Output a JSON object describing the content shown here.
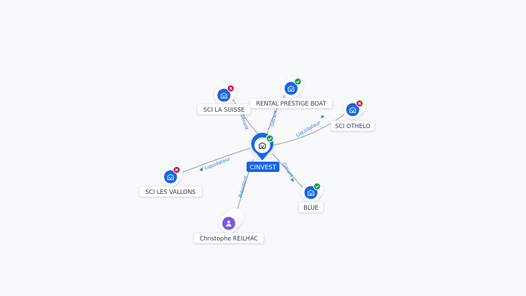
{
  "center": {
    "name": "CINVEST",
    "status": "active",
    "icon": "building-icon",
    "color": "#1565e6"
  },
  "nodes": [
    {
      "id": "sci-la-suisse",
      "name": "SCI LA SUISSE",
      "kind": "company",
      "status": "closed",
      "icon": "building-icon",
      "relation": "Gérant"
    },
    {
      "id": "rental-prestige-boat",
      "name": "RENTAL PRESTIGE BOAT",
      "kind": "company",
      "status": "active",
      "icon": "building-icon",
      "relation": "Gérant"
    },
    {
      "id": "sci-othelo",
      "name": "SCI OTHELO",
      "kind": "company",
      "status": "closed",
      "icon": "building-icon",
      "relation": "Liquidateur"
    },
    {
      "id": "sci-les-vallons",
      "name": "SCI LES VALLONS",
      "kind": "company",
      "status": "closed",
      "icon": "building-icon",
      "relation": "Liquidateur"
    },
    {
      "id": "blue",
      "name": "BLUE",
      "kind": "company",
      "status": "active",
      "icon": "building-icon",
      "relation": "Gérant"
    },
    {
      "id": "christophe-reilhac",
      "name": "Christophe REILHAC",
      "kind": "person",
      "status": "none",
      "icon": "person-icon",
      "relation": "Président"
    }
  ],
  "colors": {
    "company": "#1565e6",
    "person": "#7a57e8",
    "active": "#1a9c4a",
    "closed": "#d5173d",
    "relation_text": "#3a6fd8"
  }
}
